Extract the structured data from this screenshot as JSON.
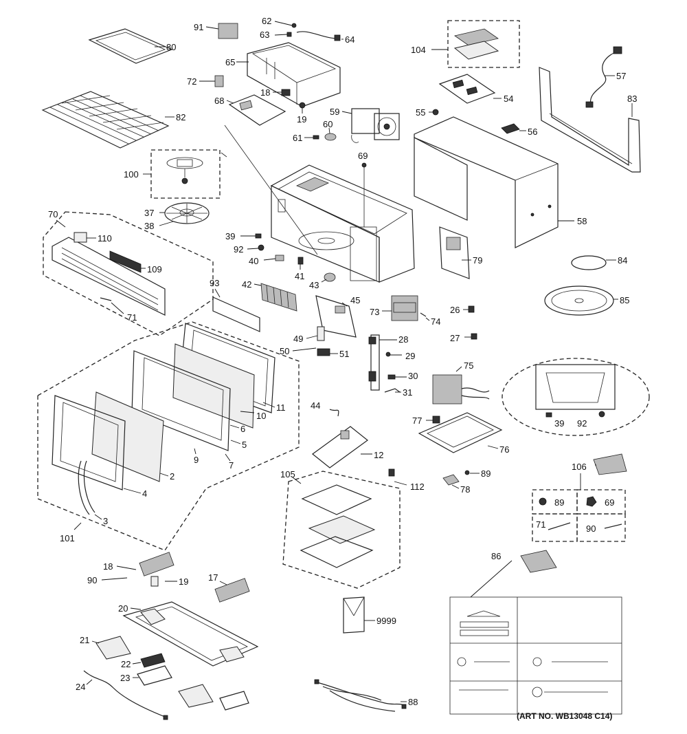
{
  "diagram": {
    "art_no": "(ART NO. WB13048 C14)"
  },
  "labels": {
    "p80": "80",
    "p82": "82",
    "p91": "91",
    "p62": "62",
    "p63": "63",
    "p64": "64",
    "p65": "65",
    "p72": "72",
    "p18a": "18",
    "p68": "68",
    "p19a": "19",
    "p59": "59",
    "p60": "60",
    "p61": "61",
    "p69a": "69",
    "p104": "104",
    "p54": "54",
    "p55": "55",
    "p56": "56",
    "p57": "57",
    "p83": "83",
    "p58": "58",
    "p100": "100",
    "p37": "37",
    "p38": "38",
    "p70": "70",
    "p110": "110",
    "p109": "109",
    "p71a": "71",
    "p39a": "39",
    "p92a": "92",
    "p40": "40",
    "p41": "41",
    "p42": "42",
    "p43": "43",
    "p93": "93",
    "p45": "45",
    "p79": "79",
    "p84": "84",
    "p85": "85",
    "p73": "73",
    "p74": "74",
    "p26": "26",
    "p27": "27",
    "p49": "49",
    "p50": "50",
    "p51": "51",
    "p28": "28",
    "p29": "29",
    "p30": "30",
    "p31": "31",
    "p11": "11",
    "p10": "10",
    "p6": "6",
    "p5": "5",
    "p7": "7",
    "p9": "9",
    "p2": "2",
    "p4": "4",
    "p3": "3",
    "p101": "101",
    "p44": "44",
    "p75": "75",
    "p77": "77",
    "p76": "76",
    "p39b": "39",
    "p92b": "92",
    "p12": "12",
    "p112": "112",
    "p105": "105",
    "p89a": "89",
    "p78": "78",
    "p106": "106",
    "p89b": "89",
    "p69b": "69",
    "p71b": "71",
    "p90a": "90",
    "p86": "86",
    "p18b": "18",
    "p90b": "90",
    "p19b": "19",
    "p17": "17",
    "p20": "20",
    "p21": "21",
    "p22": "22",
    "p23": "23",
    "p24": "24",
    "p9999": "9999",
    "p88": "88"
  }
}
